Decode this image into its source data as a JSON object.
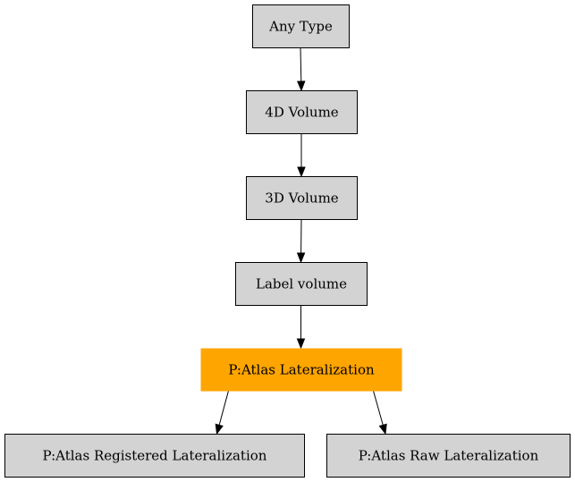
{
  "diagram": {
    "nodes": [
      {
        "id": "any_type",
        "label": "Any Type",
        "fill": "#d3d3d3",
        "bordered": true
      },
      {
        "id": "vol_4d",
        "label": "4D Volume",
        "fill": "#d3d3d3",
        "bordered": true
      },
      {
        "id": "vol_3d",
        "label": "3D Volume",
        "fill": "#d3d3d3",
        "bordered": true
      },
      {
        "id": "label_volume",
        "label": "Label volume",
        "fill": "#d3d3d3",
        "bordered": true
      },
      {
        "id": "atlas_lat",
        "label": "P:Atlas Lateralization",
        "fill": "#ffa500",
        "bordered": false
      },
      {
        "id": "atlas_reg_lat",
        "label": "P:Atlas Registered Lateralization",
        "fill": "#d3d3d3",
        "bordered": true
      },
      {
        "id": "atlas_raw_lat",
        "label": "P:Atlas Raw Lateralization",
        "fill": "#d3d3d3",
        "bordered": true
      }
    ],
    "edges": [
      {
        "from": "any_type",
        "to": "vol_4d"
      },
      {
        "from": "vol_4d",
        "to": "vol_3d"
      },
      {
        "from": "vol_3d",
        "to": "label_volume"
      },
      {
        "from": "label_volume",
        "to": "atlas_lat"
      },
      {
        "from": "atlas_lat",
        "to": "atlas_reg_lat"
      },
      {
        "from": "atlas_lat",
        "to": "atlas_raw_lat"
      }
    ]
  }
}
